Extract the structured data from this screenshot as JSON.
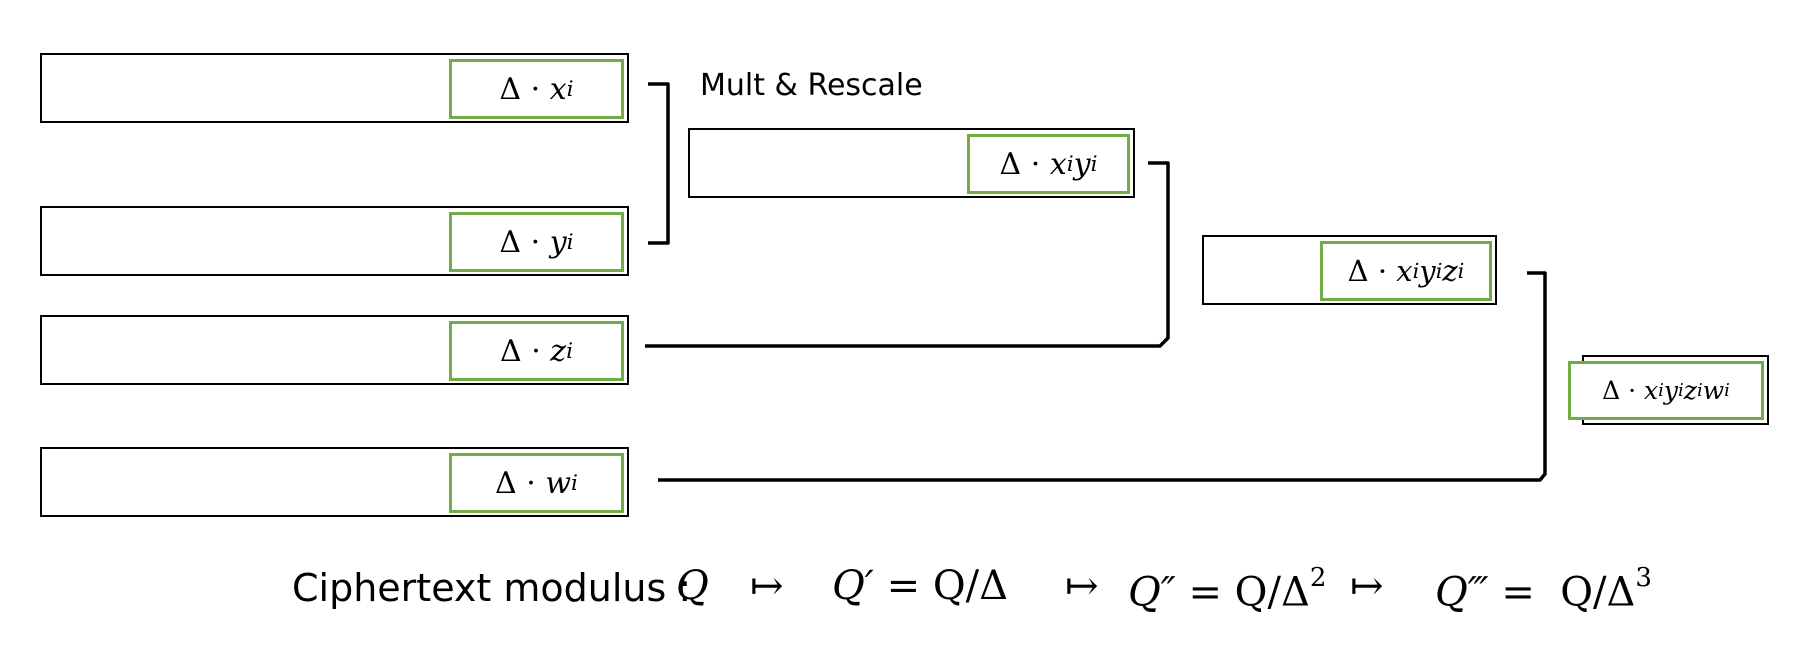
{
  "operation_label": "Mult & Rescale",
  "inputs": [
    {
      "delta": "Δ",
      "dot": "·",
      "vars": [
        "x"
      ],
      "sub": "i"
    },
    {
      "delta": "Δ",
      "dot": "·",
      "vars": [
        "y"
      ],
      "sub": "i"
    },
    {
      "delta": "Δ",
      "dot": "·",
      "vars": [
        "z"
      ],
      "sub": "i"
    },
    {
      "delta": "Δ",
      "dot": "·",
      "vars": [
        "w"
      ],
      "sub": "i"
    }
  ],
  "results": [
    {
      "delta": "Δ",
      "dot": "·",
      "vars": [
        "x",
        "y"
      ],
      "sub": "i"
    },
    {
      "delta": "Δ",
      "dot": "·",
      "vars": [
        "x",
        "y",
        "z"
      ],
      "sub": "i"
    },
    {
      "delta": "Δ",
      "dot": "·",
      "vars": [
        "x",
        "y",
        "z",
        "w"
      ],
      "sub": "i"
    }
  ],
  "modulus": {
    "label": "Ciphertext modulus :",
    "q0": "Q",
    "arrow": "↦",
    "q1_lhs": "Q′",
    "q1_rhs": "= Q/Δ",
    "q2_lhs": "Q″",
    "q2_rhs": "= Q/Δ",
    "q2_exp": "2",
    "q3_lhs": "Q‴",
    "q3_eq": "=",
    "q3_rhs": "Q/Δ",
    "q3_exp": "3"
  },
  "colors": {
    "inner_border": "#70ad47",
    "outer_border": "#000000"
  }
}
